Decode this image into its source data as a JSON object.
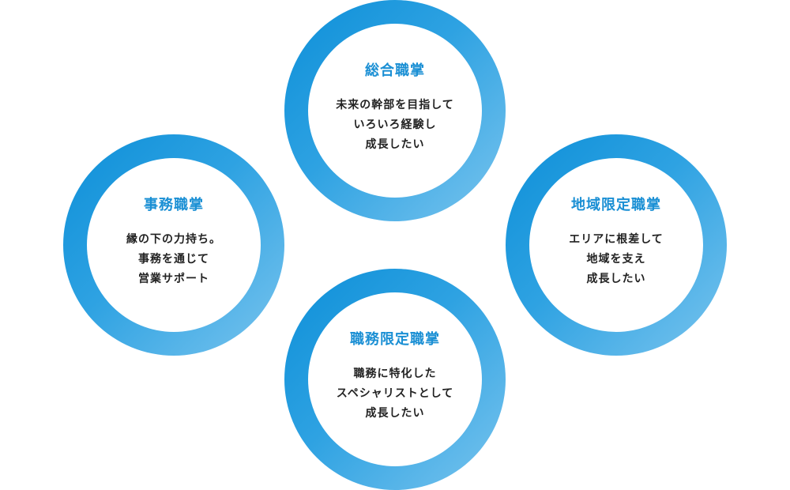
{
  "career_tracks": {
    "sogo": {
      "title": "総合職掌",
      "lines": [
        "未来の幹部を目指して",
        "いろいろ経験し",
        "成長したい"
      ]
    },
    "jimu": {
      "title": "事務職掌",
      "lines": [
        "縁の下の力持ち。",
        "事務を通じて",
        "営業サポート"
      ]
    },
    "chiiki": {
      "title": "地域限定職掌",
      "lines": [
        "エリアに根差して",
        "地域を支え",
        "成長したい"
      ]
    },
    "shokumu": {
      "title": "職務限定職掌",
      "lines": [
        "職務に特化した",
        "スペシャリストとして",
        "成長したい"
      ]
    }
  },
  "colors": {
    "ring_start": "#0d8fd8",
    "ring_end": "#79c4ee",
    "title": "#1a8fd4",
    "text": "#222222"
  }
}
